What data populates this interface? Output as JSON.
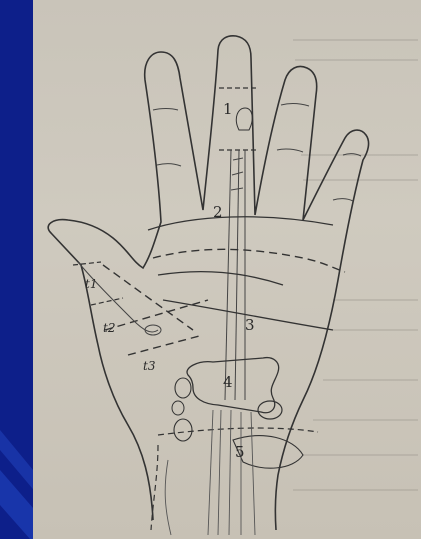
{
  "figure": {
    "zones": {
      "z1": "1",
      "z2": "2",
      "z3": "3",
      "z4": "4",
      "z5": "5",
      "t1": "t1",
      "t2": "t2",
      "t3": "t3"
    }
  },
  "colors": {
    "slide_background": "#0d1f8a",
    "paper": "#cbc6bb",
    "ink": "#2a2a2a"
  }
}
